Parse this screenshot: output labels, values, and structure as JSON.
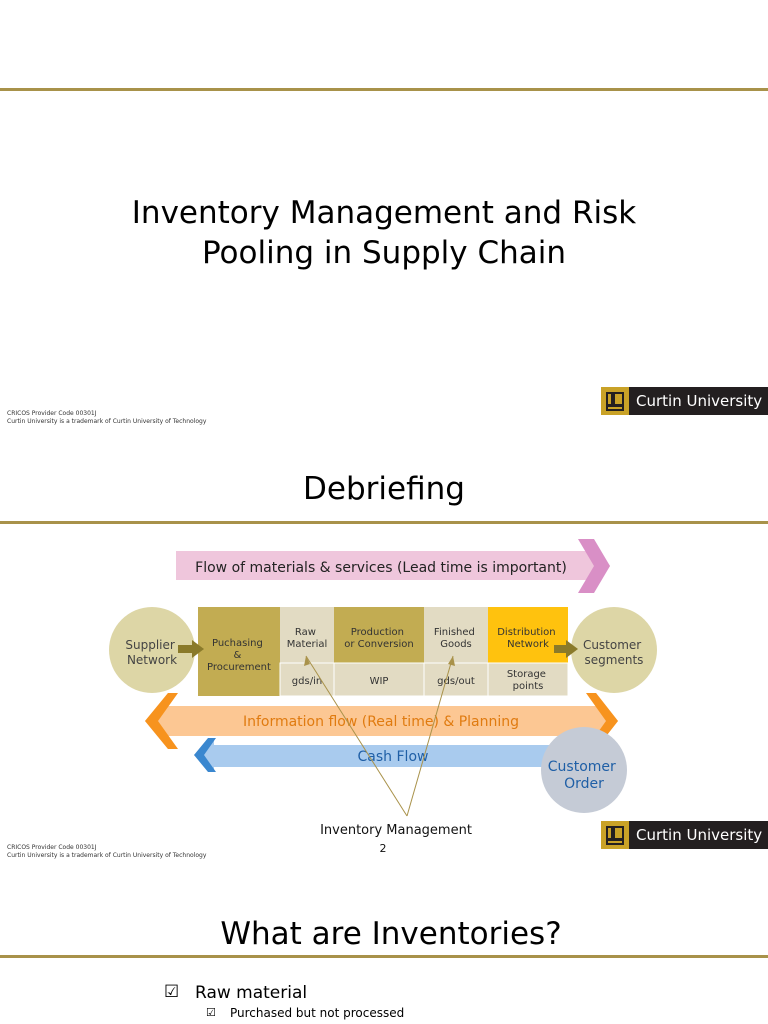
{
  "slide1": {
    "title_line1": "Inventory Management and Risk",
    "title_line2": "Pooling in Supply Chain",
    "cricos_line1": "CRICOS Provider Code 00301J",
    "cricos_line2": "Curtin University is a trademark of Curtin University of Technology",
    "logo_text": "Curtin University"
  },
  "slide2": {
    "title": "Debriefing",
    "diagram": {
      "flow_materials": "Flow of materials & services (Lead time is important)",
      "supplier": [
        "Supplier",
        "Network"
      ],
      "customer_segments": [
        "Customer",
        "segments"
      ],
      "purchasing": [
        "Puchasing",
        "&",
        "Procurement"
      ],
      "raw_material": [
        "Raw",
        "Material"
      ],
      "production": [
        "Production",
        "or Conversion"
      ],
      "finished_goods": [
        "Finished",
        "Goods"
      ],
      "distribution": [
        "Distribution",
        "Network"
      ],
      "gds_in": "gds/in",
      "wip": "WIP",
      "gds_out": "gds/out",
      "storage": [
        "Storage",
        "points"
      ],
      "info_flow": "Information flow (Real time) & Planning",
      "cash_flow": "Cash Flow",
      "customer_order": [
        "Customer",
        "Order"
      ],
      "inventory_label": "Inventory Management",
      "colors": {
        "olive": "#c2ac52",
        "beige": "#e2dbc3",
        "yellow": "#ffc20e",
        "pink": "#efc6dc",
        "pink_head": "#d98fc6",
        "orange_light": "#fcc793",
        "orange": "#f7931e",
        "blue_light": "#a9cbee",
        "blue": "#3a87cf",
        "circle_tan": "#ddd6a6",
        "circle_gray": "#c5cbd6"
      }
    },
    "page_number": "2",
    "cricos_line1": "CRICOS Provider Code 00301J",
    "cricos_line2": "Curtin University is a trademark of Curtin University of Technology",
    "logo_text": "Curtin University"
  },
  "slide3": {
    "title": "What are Inventories?",
    "bullet1": "Raw material",
    "sub1": "Purchased but not processed",
    "checkbox_glyph": "☑"
  }
}
